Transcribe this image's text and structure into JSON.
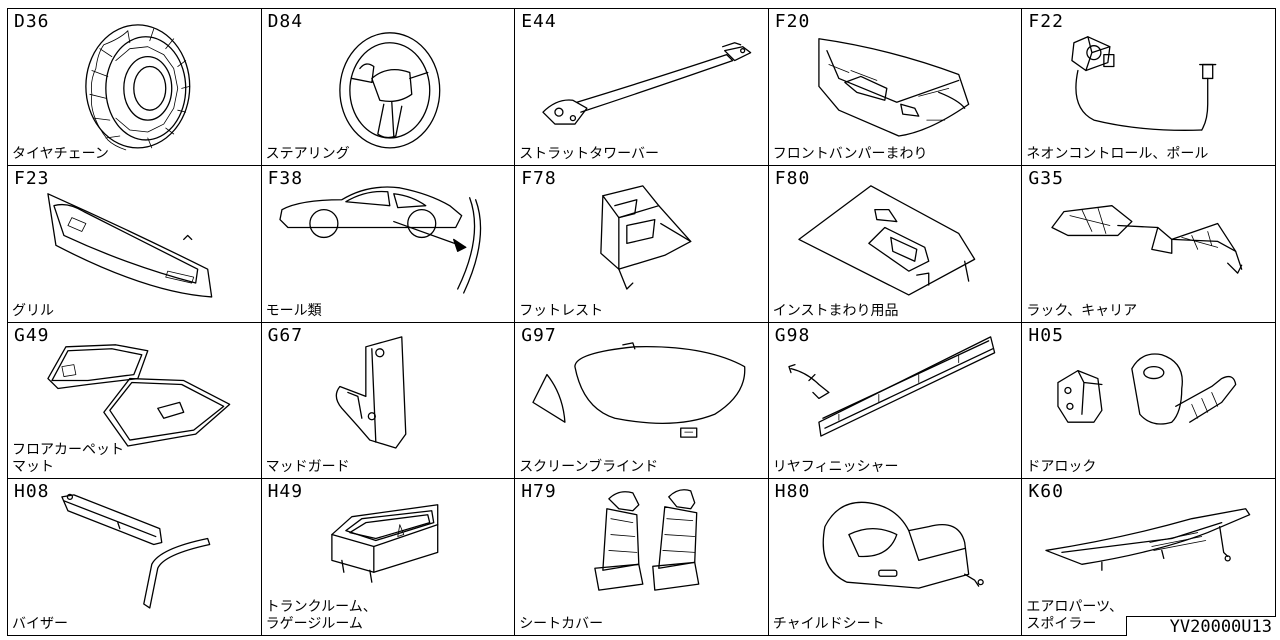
{
  "catalog": {
    "items": [
      {
        "code": "D36",
        "label": "タイヤチェーン",
        "icon": "tire-chain-icon"
      },
      {
        "code": "D84",
        "label": "ステアリング",
        "icon": "steering-wheel-icon"
      },
      {
        "code": "E44",
        "label": "ストラットタワーバー",
        "icon": "strut-tower-bar-icon"
      },
      {
        "code": "F20",
        "label": "フロントバンパーまわり",
        "icon": "front-bumper-icon"
      },
      {
        "code": "F22",
        "label": "ネオンコントロール、ポール",
        "icon": "neon-control-pole-icon"
      },
      {
        "code": "F23",
        "label": "グリル",
        "icon": "grille-icon"
      },
      {
        "code": "F38",
        "label": "モール類",
        "icon": "molding-car-icon"
      },
      {
        "code": "F78",
        "label": "フットレスト",
        "icon": "footrest-icon"
      },
      {
        "code": "F80",
        "label": "インストまわり用品",
        "icon": "instrument-panel-icon"
      },
      {
        "code": "G35",
        "label": "ラック、キャリア",
        "icon": "roof-rack-carrier-icon"
      },
      {
        "code": "G49",
        "label": "フロアカーペット\nマット",
        "icon": "floor-mat-icon"
      },
      {
        "code": "G67",
        "label": "マッドガード",
        "icon": "mudguard-icon"
      },
      {
        "code": "G97",
        "label": "スクリーンブラインド",
        "icon": "screen-blind-icon"
      },
      {
        "code": "G98",
        "label": "リヤフィニッシャー",
        "icon": "rear-finisher-icon"
      },
      {
        "code": "H05",
        "label": "ドアロック",
        "icon": "door-lock-icon"
      },
      {
        "code": "H08",
        "label": "バイザー",
        "icon": "visor-icon"
      },
      {
        "code": "H49",
        "label": "トランクルーム、\nラゲージルーム",
        "icon": "trunk-box-icon"
      },
      {
        "code": "H79",
        "label": "シートカバー",
        "icon": "seat-cover-icon"
      },
      {
        "code": "H80",
        "label": "チャイルドシート",
        "icon": "child-seat-icon"
      },
      {
        "code": "K60",
        "label": "エアロパーツ、\nスポイラー",
        "icon": "spoiler-icon"
      }
    ],
    "document_id": "YV20000U13"
  }
}
